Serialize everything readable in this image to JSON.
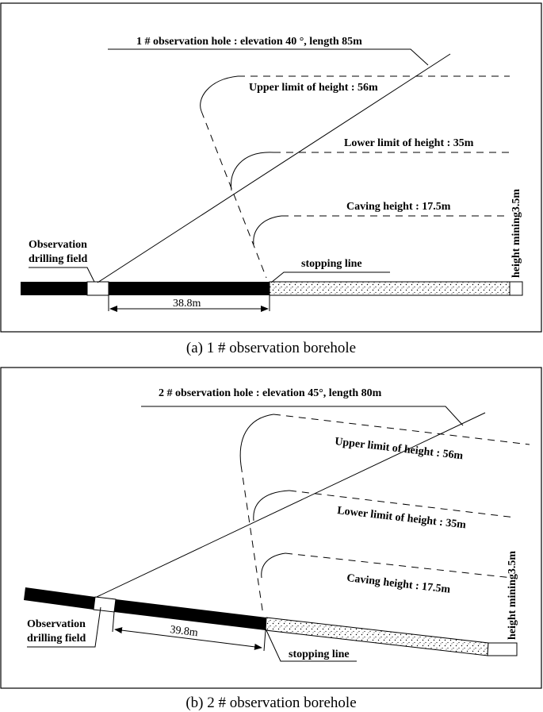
{
  "panels": [
    {
      "caption": "(a) 1 # observation borehole",
      "hole_label": "1 # observation hole : elevation 40 °, length 85m",
      "upper_limit": "Upper limit of height : 56m",
      "lower_limit": "Lower limit of height : 35m",
      "caving": "Caving height : 17.5m",
      "field_line1": "Observation",
      "field_line2": "drilling field",
      "stopping": "stopping line",
      "distance": "38.8m",
      "mining": "height mining3.5m"
    },
    {
      "caption": "(b) 2 # observation borehole",
      "hole_label": "2 # observation hole : elevation 45°, length 80m",
      "upper_limit": "Upper limit of height : 56m",
      "lower_limit": "Lower limit of height : 35m",
      "caving": "Caving height : 17.5m",
      "field_line1": "Observation",
      "field_line2": "drilling field",
      "stopping": "stopping line",
      "distance": "39.8m",
      "mining": "height mining3.5m"
    }
  ],
  "colors": {
    "line": "#000000",
    "background": "#ffffff"
  }
}
